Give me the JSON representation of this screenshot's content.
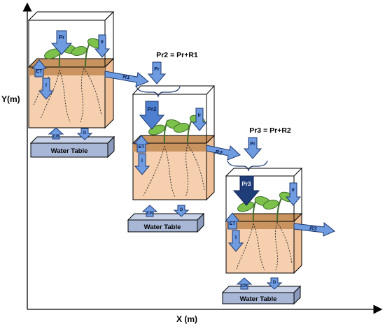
{
  "axes": {
    "y_label": "Y(m)",
    "x_label": "X (m)"
  },
  "columns": [
    {
      "rain_label": "Pr",
      "rain_equation": "",
      "irrigation_label": "Ir",
      "et_label": "ET",
      "infiltration_label": "I",
      "runoff_label": "R1",
      "capillary_label": "CR",
      "drainage_label": "D",
      "water_table_label": "Water Table"
    },
    {
      "rain_label": "Pr2",
      "rain_equation": "Pr2 = Pr+R1",
      "incoming_rain_label": "Pr",
      "irrigation_label": "Ir",
      "et_label": "ET",
      "infiltration_label": "I",
      "runoff_label": "R2",
      "capillary_label": "CR",
      "drainage_label": "D",
      "water_table_label": "Water Table"
    },
    {
      "rain_label": "Pr3",
      "rain_equation": "Pr3 = Pr+R2",
      "incoming_rain_label": "Pr",
      "irrigation_label": "Ir",
      "et_label": "ET",
      "infiltration_label": "I",
      "runoff_label": "R3",
      "capillary_label": "CR",
      "drainage_label": "D",
      "water_table_label": "Water Table"
    }
  ],
  "colors": {
    "soil_top": "#c9935f",
    "soil_body": "#f6cfae",
    "arrow_fill": "#6f9be0",
    "arrow_dark": "#2c4a86",
    "water_table": "#a8b7d6",
    "leaf": "#7cc24a"
  }
}
